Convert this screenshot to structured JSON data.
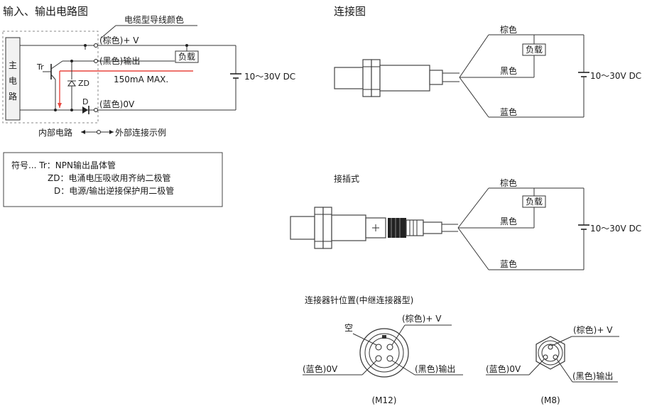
{
  "io_circuit": {
    "title": "输入、输出电路图",
    "cable_color_label": "电缆型导线颜色",
    "brown_v": "(棕色)+ V",
    "black_out": "(黑色)输出",
    "blue_0v": "(蓝色)0V",
    "load": "负载",
    "current_max": "150mA MAX.",
    "supply": "10～30V DC",
    "main_circuit_chars": [
      "主",
      "电",
      "路"
    ],
    "tr": "Tr",
    "zd": "ZD",
    "d": "D",
    "internal": "内部电路",
    "external": "外部连接示例"
  },
  "legend": {
    "line1": "符号... Tr：NPN输出晶体管",
    "line2": "ZD：电涌电压吸收用齐纳二极管",
    "line3": "D：电源/输出逆接保护用二极管"
  },
  "wiring": {
    "title": "连接图",
    "brown": "棕色",
    "black": "黑色",
    "blue": "蓝色",
    "load": "负载",
    "supply": "10～30V DC"
  },
  "plug": {
    "title": "接插式",
    "brown": "棕色",
    "black": "黑色",
    "blue": "蓝色",
    "load": "负载",
    "supply": "10～30V DC"
  },
  "pins": {
    "title": "连接器针位置(中继连接器型)",
    "empty": "空",
    "m12_brown": "(棕色)+ V",
    "m12_blue": "(蓝色)0V",
    "m12_black": "(黑色)输出",
    "m12_label": "(M12)",
    "m8_brown": "(棕色)+ V",
    "m8_blue": "(蓝色)0V",
    "m8_black": "(黑色)输出",
    "m8_label": "(M8)"
  },
  "colors": {
    "line": "#333333",
    "arrow": "#e8473f"
  }
}
